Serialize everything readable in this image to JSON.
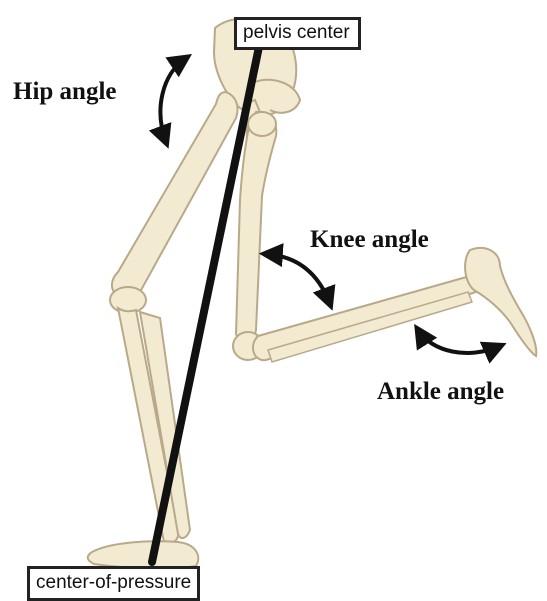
{
  "labels": {
    "pelvis_center": "pelvis center",
    "center_of_pressure": "center-of-pressure",
    "hip_angle": "Hip angle",
    "knee_angle": "Knee angle",
    "ankle_angle": "Ankle angle"
  },
  "colors": {
    "bone_fill": "#f3ead2",
    "bone_stroke": "#b9a98a",
    "line": "#111111",
    "arrow": "#111111",
    "box_border": "#222222"
  }
}
